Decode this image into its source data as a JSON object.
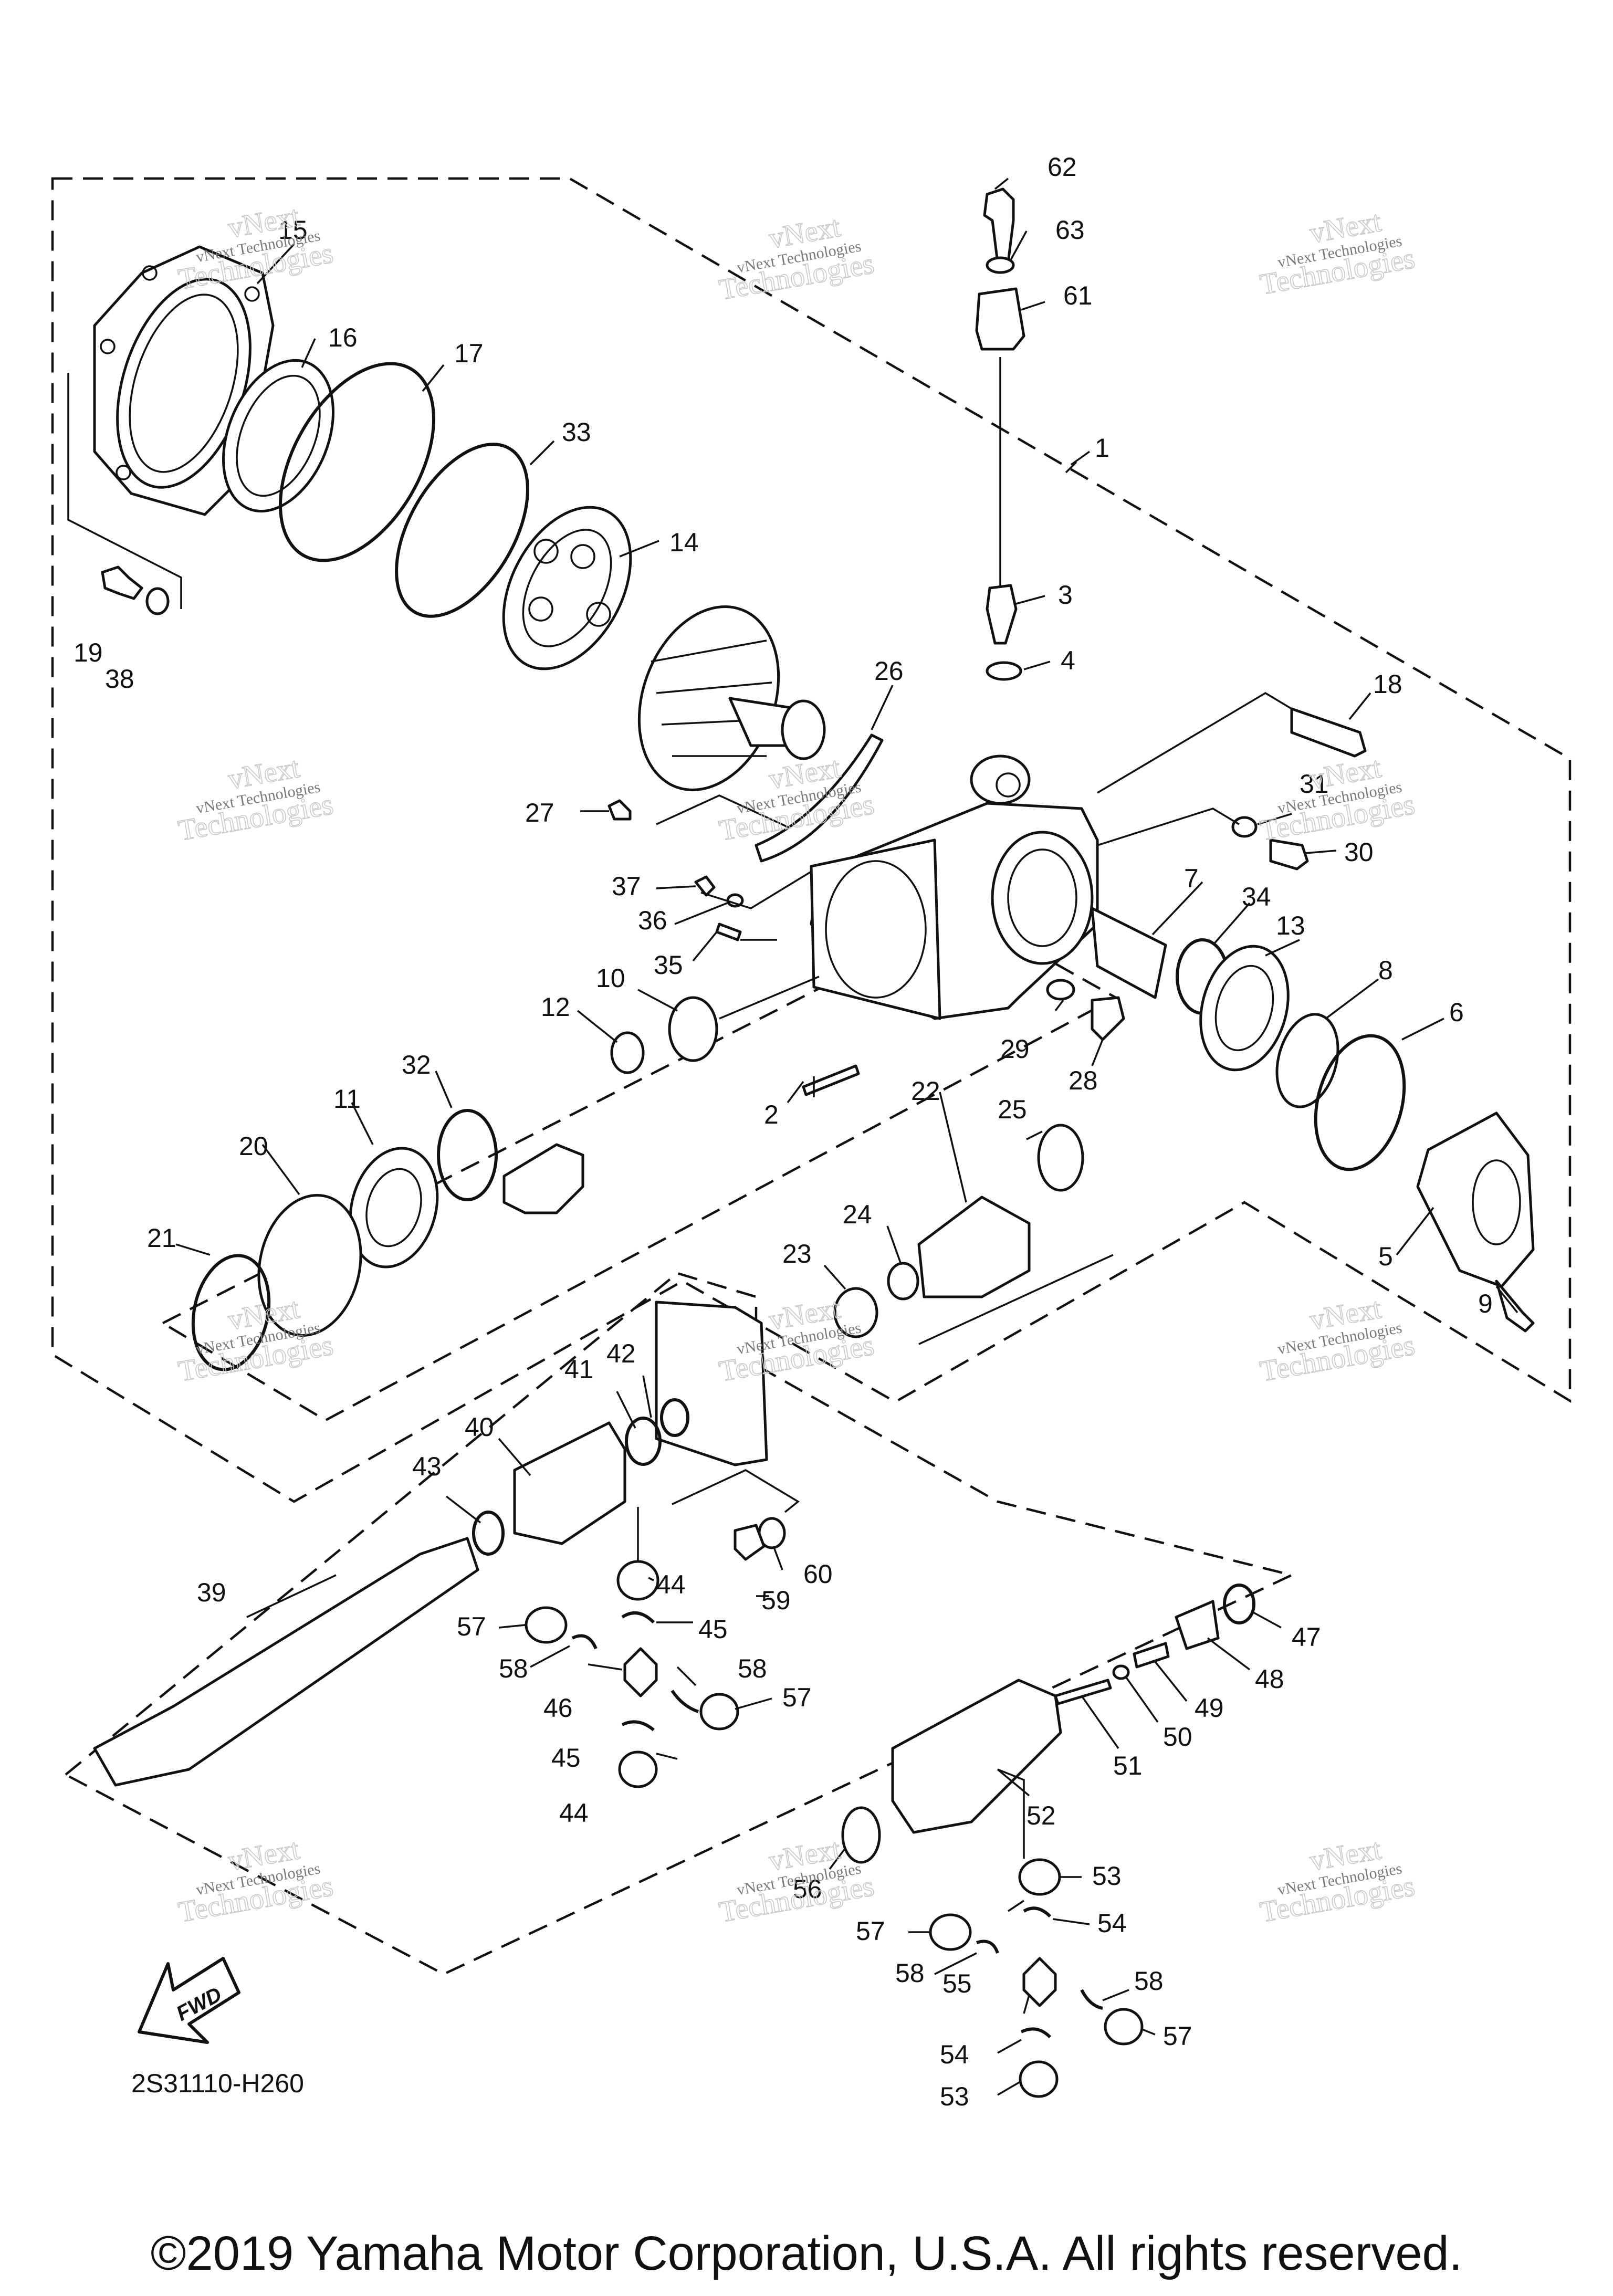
{
  "diagram": {
    "reference_code": "2S31110-H260",
    "copyright": "©2019 Yamaha Motor Corporation, U.S.A. All rights reserved.",
    "direction_label": "FWD",
    "watermark": {
      "line1": "vNext Technologies",
      "line2": "vNext",
      "line3": "Technologies"
    },
    "callouts": [
      "1",
      "2",
      "3",
      "4",
      "5",
      "6",
      "7",
      "8",
      "9",
      "10",
      "11",
      "12",
      "13",
      "14",
      "15",
      "16",
      "17",
      "18",
      "19",
      "20",
      "21",
      "22",
      "23",
      "24",
      "25",
      "26",
      "27",
      "28",
      "29",
      "30",
      "31",
      "32",
      "33",
      "34",
      "35",
      "36",
      "37",
      "38",
      "39",
      "40",
      "41",
      "42",
      "43",
      "44",
      "44",
      "45",
      "45",
      "46",
      "47",
      "48",
      "49",
      "50",
      "51",
      "52",
      "53",
      "53",
      "54",
      "54",
      "55",
      "56",
      "57",
      "57",
      "57",
      "57",
      "58",
      "58",
      "58",
      "58",
      "59",
      "60",
      "61",
      "62",
      "63"
    ]
  }
}
